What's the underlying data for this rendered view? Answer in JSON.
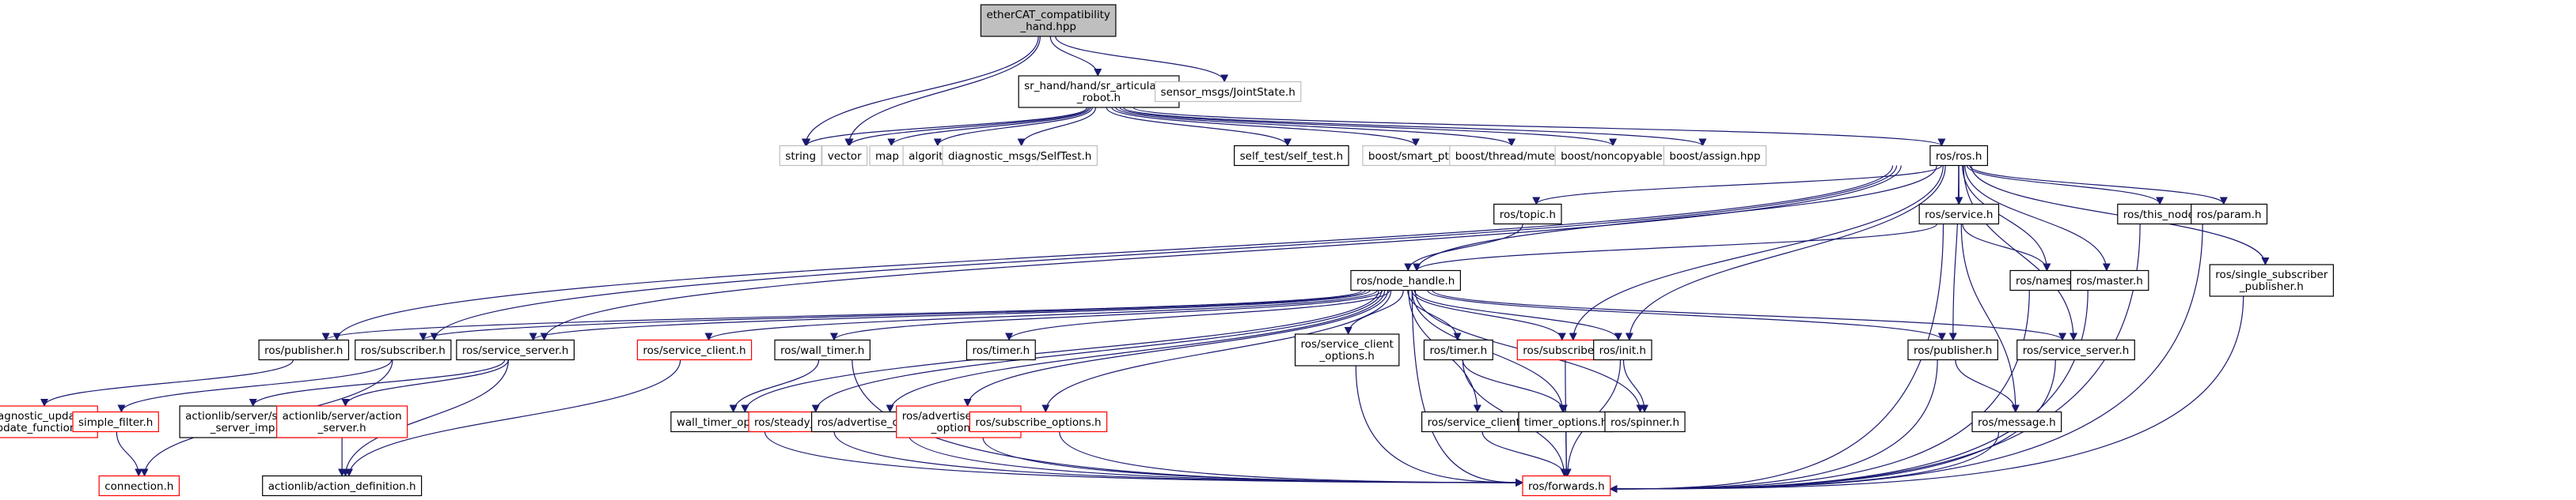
{
  "title": "etherCAT_compatibility_hand.hpp include dependency graph",
  "colors": {
    "edge": "#191970",
    "root_fill": "#bfbfbf",
    "documented_border": "#000000",
    "external_border": "#bfbfbf",
    "undocumented_border": "#ff0000"
  },
  "nodes": [
    {
      "id": "root",
      "lines": [
        "etherCAT_compatibility",
        "_hand.hpp"
      ],
      "kind": "gray"
    },
    {
      "id": "sr_art",
      "lines": [
        "sr_hand/hand/sr_articulated",
        "_robot.h"
      ],
      "kind": "normal"
    },
    {
      "id": "joint",
      "lines": [
        "sensor_msgs/JointState.h"
      ],
      "kind": "external"
    },
    {
      "id": "string",
      "lines": [
        "string"
      ],
      "kind": "external"
    },
    {
      "id": "vector",
      "lines": [
        "vector"
      ],
      "kind": "external"
    },
    {
      "id": "map",
      "lines": [
        "map"
      ],
      "kind": "external"
    },
    {
      "id": "algorithm",
      "lines": [
        "algorithm"
      ],
      "kind": "external"
    },
    {
      "id": "selftestmsg",
      "lines": [
        "diagnostic_msgs/SelfTest.h"
      ],
      "kind": "external"
    },
    {
      "id": "selftest",
      "lines": [
        "self_test/self_test.h"
      ],
      "kind": "normal"
    },
    {
      "id": "smartptr",
      "lines": [
        "boost/smart_ptr.hpp"
      ],
      "kind": "external"
    },
    {
      "id": "mutex",
      "lines": [
        "boost/thread/mutex.hpp"
      ],
      "kind": "external"
    },
    {
      "id": "noncopy",
      "lines": [
        "boost/noncopyable.hpp"
      ],
      "kind": "external"
    },
    {
      "id": "assign",
      "lines": [
        "boost/assign.hpp"
      ],
      "kind": "external"
    },
    {
      "id": "ros",
      "lines": [
        "ros/ros.h"
      ],
      "kind": "normal"
    },
    {
      "id": "topic",
      "lines": [
        "ros/topic.h"
      ],
      "kind": "normal"
    },
    {
      "id": "service",
      "lines": [
        "ros/service.h"
      ],
      "kind": "normal"
    },
    {
      "id": "thisnode",
      "lines": [
        "ros/this_node.h"
      ],
      "kind": "normal"
    },
    {
      "id": "param",
      "lines": [
        "ros/param.h"
      ],
      "kind": "normal"
    },
    {
      "id": "nodehandle",
      "lines": [
        "ros/node_handle.h"
      ],
      "kind": "normal"
    },
    {
      "id": "names",
      "lines": [
        "ros/names.h"
      ],
      "kind": "normal"
    },
    {
      "id": "master",
      "lines": [
        "ros/master.h"
      ],
      "kind": "normal"
    },
    {
      "id": "singlesub",
      "lines": [
        "ros/single_subscriber",
        "_publisher.h"
      ],
      "kind": "normal"
    },
    {
      "id": "publisherL",
      "lines": [
        "ros/publisher.h"
      ],
      "kind": "normal"
    },
    {
      "id": "subscriberL",
      "lines": [
        "ros/subscriber.h"
      ],
      "kind": "normal"
    },
    {
      "id": "servserverL",
      "lines": [
        "ros/service_server.h"
      ],
      "kind": "normal"
    },
    {
      "id": "servclientR",
      "lines": [
        "ros/service_client.h"
      ],
      "kind": "missing"
    },
    {
      "id": "walltimer",
      "lines": [
        "ros/wall_timer.h"
      ],
      "kind": "normal"
    },
    {
      "id": "timer1",
      "lines": [
        "ros/timer.h"
      ],
      "kind": "normal"
    },
    {
      "id": "sco",
      "lines": [
        "ros/service_client",
        "_options.h"
      ],
      "kind": "normal"
    },
    {
      "id": "timer2",
      "lines": [
        "ros/timer.h"
      ],
      "kind": "normal"
    },
    {
      "id": "subscriberR",
      "lines": [
        "ros/subscriber.h"
      ],
      "kind": "missing"
    },
    {
      "id": "init",
      "lines": [
        "ros/init.h"
      ],
      "kind": "normal"
    },
    {
      "id": "publisherR",
      "lines": [
        "ros/publisher.h"
      ],
      "kind": "normal"
    },
    {
      "id": "servserverR",
      "lines": [
        "ros/service_server.h"
      ],
      "kind": "normal"
    },
    {
      "id": "diagupd",
      "lines": [
        "diagnostic_updater",
        "/update_functions.h"
      ],
      "kind": "missing"
    },
    {
      "id": "simplefilter",
      "lines": [
        "simple_filter.h"
      ],
      "kind": "missing"
    },
    {
      "id": "ssimp",
      "lines": [
        "actionlib/server/service",
        "_server_imp.h"
      ],
      "kind": "normal"
    },
    {
      "id": "actserver",
      "lines": [
        "actionlib/server/action",
        "_server.h"
      ],
      "kind": "missing"
    },
    {
      "id": "wto",
      "lines": [
        "wall_timer_options.h"
      ],
      "kind": "normal"
    },
    {
      "id": "steady",
      "lines": [
        "ros/steady_timer.h"
      ],
      "kind": "missing"
    },
    {
      "id": "advopt",
      "lines": [
        "ros/advertise_options.h"
      ],
      "kind": "normal"
    },
    {
      "id": "advsrv",
      "lines": [
        "ros/advertise_service",
        "_options.h"
      ],
      "kind": "missing"
    },
    {
      "id": "subopt",
      "lines": [
        "ros/subscribe_options.h"
      ],
      "kind": "missing"
    },
    {
      "id": "servclientB",
      "lines": [
        "ros/service_client.h"
      ],
      "kind": "normal"
    },
    {
      "id": "timeropt",
      "lines": [
        "timer_options.h"
      ],
      "kind": "normal"
    },
    {
      "id": "spinner",
      "lines": [
        "ros/spinner.h"
      ],
      "kind": "normal"
    },
    {
      "id": "message",
      "lines": [
        "ros/message.h"
      ],
      "kind": "normal"
    },
    {
      "id": "connection",
      "lines": [
        "connection.h"
      ],
      "kind": "missing"
    },
    {
      "id": "actdef",
      "lines": [
        "actionlib/action_definition.h"
      ],
      "kind": "normal"
    },
    {
      "id": "forwards",
      "lines": [
        "ros/forwards.h"
      ],
      "kind": "missing"
    }
  ],
  "edges": [
    [
      "root",
      "sr_art"
    ],
    [
      "root",
      "joint"
    ],
    [
      "root",
      "string"
    ],
    [
      "root",
      "vector"
    ],
    [
      "sr_art",
      "string"
    ],
    [
      "sr_art",
      "vector"
    ],
    [
      "sr_art",
      "map"
    ],
    [
      "sr_art",
      "algorithm"
    ],
    [
      "sr_art",
      "selftestmsg"
    ],
    [
      "sr_art",
      "selftest"
    ],
    [
      "sr_art",
      "smartptr"
    ],
    [
      "sr_art",
      "mutex"
    ],
    [
      "sr_art",
      "noncopy"
    ],
    [
      "sr_art",
      "assign"
    ],
    [
      "sr_art",
      "ros"
    ],
    [
      "ros",
      "topic"
    ],
    [
      "ros",
      "service"
    ],
    [
      "ros",
      "thisnode"
    ],
    [
      "ros",
      "param"
    ],
    [
      "ros",
      "singlesub"
    ],
    [
      "ros",
      "nodehandle"
    ],
    [
      "ros",
      "names"
    ],
    [
      "ros",
      "master"
    ],
    [
      "ros",
      "publisherL"
    ],
    [
      "ros",
      "subscriberL"
    ],
    [
      "ros",
      "servserverL"
    ],
    [
      "ros",
      "subscriberR"
    ],
    [
      "ros",
      "init"
    ],
    [
      "ros",
      "publisherR"
    ],
    [
      "ros",
      "servserverR"
    ],
    [
      "topic",
      "nodehandle"
    ],
    [
      "service",
      "nodehandle"
    ],
    [
      "service",
      "names"
    ],
    [
      "service",
      "message"
    ],
    [
      "service",
      "forwards"
    ],
    [
      "nodehandle",
      "publisherL"
    ],
    [
      "nodehandle",
      "subscriberL"
    ],
    [
      "nodehandle",
      "servserverL"
    ],
    [
      "nodehandle",
      "servclientR"
    ],
    [
      "nodehandle",
      "walltimer"
    ],
    [
      "nodehandle",
      "timer1"
    ],
    [
      "nodehandle",
      "sco"
    ],
    [
      "nodehandle",
      "timer2"
    ],
    [
      "nodehandle",
      "subscriberR"
    ],
    [
      "nodehandle",
      "init"
    ],
    [
      "nodehandle",
      "publisherR"
    ],
    [
      "nodehandle",
      "servserverR"
    ],
    [
      "nodehandle",
      "wto"
    ],
    [
      "nodehandle",
      "steady"
    ],
    [
      "nodehandle",
      "advopt"
    ],
    [
      "nodehandle",
      "advsrv"
    ],
    [
      "nodehandle",
      "subopt"
    ],
    [
      "nodehandle",
      "servclientB"
    ],
    [
      "nodehandle",
      "timeropt"
    ],
    [
      "nodehandle",
      "spinner"
    ],
    [
      "nodehandle",
      "forwards"
    ],
    [
      "publisherL",
      "diagupd"
    ],
    [
      "subscriberL",
      "simplefilter"
    ],
    [
      "subscriberL",
      "connection"
    ],
    [
      "servserverL",
      "ssimp"
    ],
    [
      "servserverL",
      "actserver"
    ],
    [
      "servserverL",
      "actdef"
    ],
    [
      "servclientR",
      "actdef"
    ],
    [
      "actserver",
      "actdef"
    ],
    [
      "simplefilter",
      "connection"
    ],
    [
      "walltimer",
      "wto"
    ],
    [
      "walltimer",
      "forwards"
    ],
    [
      "timer2",
      "timeropt"
    ],
    [
      "timer2",
      "forwards"
    ],
    [
      "init",
      "spinner"
    ],
    [
      "init",
      "forwards"
    ],
    [
      "publisherR",
      "message"
    ],
    [
      "publisherR",
      "forwards"
    ],
    [
      "servserverR",
      "forwards"
    ],
    [
      "subscriberR",
      "forwards"
    ],
    [
      "wto",
      "forwards"
    ],
    [
      "steady",
      "forwards"
    ],
    [
      "advopt",
      "forwards"
    ],
    [
      "advsrv",
      "forwards"
    ],
    [
      "subopt",
      "forwards"
    ],
    [
      "servclientB",
      "forwards"
    ],
    [
      "timeropt",
      "forwards"
    ],
    [
      "sco",
      "forwards"
    ],
    [
      "names",
      "forwards"
    ],
    [
      "master",
      "forwards"
    ],
    [
      "thisnode",
      "forwards"
    ],
    [
      "param",
      "forwards"
    ],
    [
      "singlesub",
      "forwards"
    ],
    [
      "message",
      "forwards"
    ]
  ]
}
